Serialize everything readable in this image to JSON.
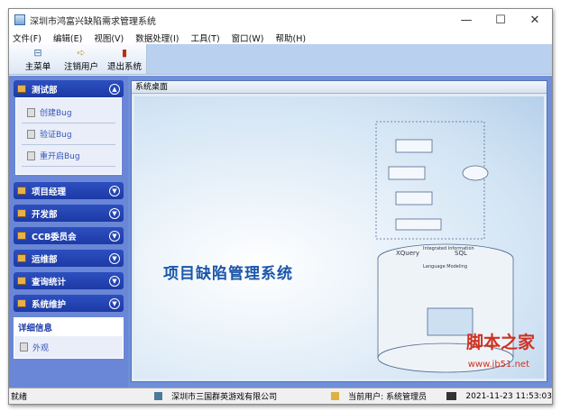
{
  "window": {
    "title": "深圳市鸿富兴缺陷需求管理系统",
    "minimize": "—",
    "maximize": "☐",
    "close": "✕"
  },
  "menu": [
    "文件(F)",
    "编辑(E)",
    "视图(V)",
    "数据处理(I)",
    "工具(T)",
    "窗口(W)",
    "帮助(H)"
  ],
  "toolbar": [
    {
      "label": "主菜单",
      "icon": "main-menu-icon",
      "glyph": "⊟"
    },
    {
      "label": "注销用户",
      "icon": "logout-user-icon",
      "glyph": "➪"
    },
    {
      "label": "退出系统",
      "icon": "exit-door-icon",
      "glyph": "▮"
    }
  ],
  "sidebar": {
    "expanded": {
      "label": "测试部",
      "items": [
        "创建Bug",
        "验证Bug",
        "重开启Bug"
      ]
    },
    "groups": [
      "项目经理",
      "开发部",
      "CCB委员会",
      "运维部",
      "查询统计",
      "系统维护"
    ],
    "detail": {
      "label": "详细信息",
      "items": [
        "外观"
      ]
    }
  },
  "content": {
    "tab": "系统桌面",
    "title": "项目缺陷管理系统",
    "diagram_labels": [
      "XQuery",
      "SQL",
      "Integrated Information",
      "Language Modeling"
    ]
  },
  "watermark": {
    "text": "脚本之家",
    "url": "www.jb51.net"
  },
  "status": {
    "ready": "就绪",
    "company": "深圳市三国群英游戏有限公司",
    "user": "当前用户: 系统管理员",
    "datetime": "2021-11-23 11:53:03"
  }
}
